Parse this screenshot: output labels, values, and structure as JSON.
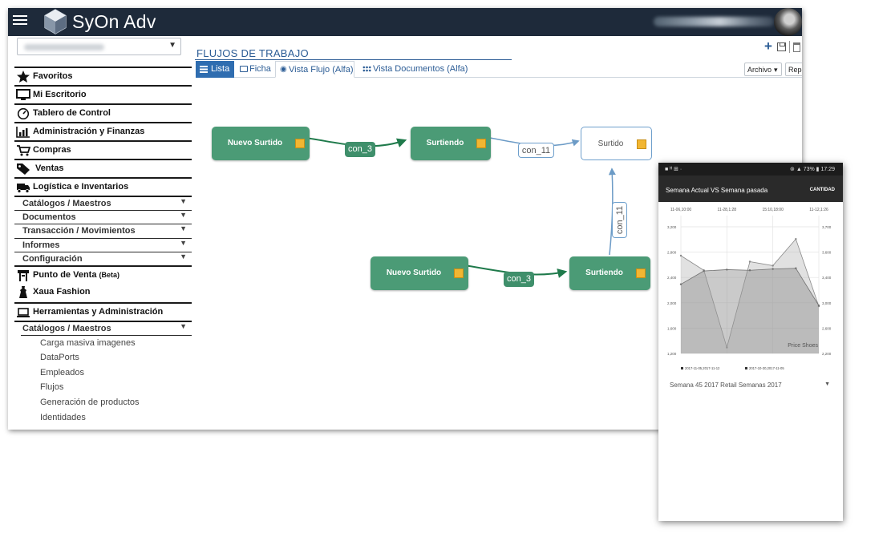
{
  "app": {
    "title": "SyOn Adv"
  },
  "sidebar": {
    "menu": [
      {
        "label": "Favoritos",
        "icon": "star-icon"
      },
      {
        "label": "Mi Escritorio",
        "icon": "monitor-icon"
      },
      {
        "label": "Tablero de Control",
        "icon": "dashboard-icon"
      },
      {
        "label": "Administración y Finanzas",
        "icon": "chart-bars-icon"
      },
      {
        "label": "Compras",
        "icon": "cart-icon"
      },
      {
        "label": "Ventas",
        "icon": "tag-icon"
      },
      {
        "label": "Logística e Inventarios",
        "icon": "truck-icon"
      }
    ],
    "submenu1": [
      {
        "label": "Catálogos / Maestros"
      },
      {
        "label": "Documentos"
      },
      {
        "label": "Transacción / Movimientos"
      },
      {
        "label": "Informes"
      },
      {
        "label": "Configuración"
      }
    ],
    "pos": {
      "label": "Punto de Venta",
      "beta": "(Beta)"
    },
    "xaua": {
      "label": "Xaua Fashion"
    },
    "herramientas": {
      "label": "Herramientas y Administración"
    },
    "catalogos": {
      "label": "Catálogos / Maestros"
    },
    "leaves": [
      "Carga masiva imagenes",
      "DataPorts",
      "Empleados",
      "Flujos",
      "Generación de productos",
      "Identidades"
    ]
  },
  "content": {
    "title": "FLUJOS DE TRABAJO",
    "tabs": [
      "Lista",
      "Ficha",
      "Vista Flujo (Alfa)",
      "Vista Documentos (Alfa)"
    ],
    "archivo": "Archivo",
    "repo": "Repo"
  },
  "flow": {
    "nodes": [
      {
        "label": "Nuevo Surtido"
      },
      {
        "label": "Surtiendo"
      },
      {
        "label": "Surtido"
      },
      {
        "label": "Nuevo Surtido"
      },
      {
        "label": "Surtiendo"
      }
    ],
    "connectors": [
      "con_3",
      "con_11",
      "con_11",
      "con_3"
    ],
    "colors": {
      "node": "#4b9b76",
      "marker": "#f2b632",
      "green_edge": "#1f7a4b",
      "blue_edge": "#6c9bc6"
    }
  },
  "phone": {
    "status_left": "■ ᴴ ⊞ ·",
    "status_right": "⊚ ▲ 73% ▮ 17:29",
    "header": "Semana Actual VS Semana pasada",
    "header_button": "CANTIDAD",
    "footer": "Semana 45 2017 Retail Semanas 2017",
    "chart_data": {
      "type": "area",
      "x": [
        "11-06,10:00",
        "11-28,1:28",
        "15:10,18:00",
        "11-12,1:26"
      ],
      "series": [
        {
          "values": [
            2670,
            2450,
            1290,
            2580,
            2520,
            2920,
            1910
          ]
        },
        {
          "values": [
            2240,
            2440,
            2460,
            2450,
            2470,
            2480,
            1920
          ]
        }
      ],
      "y_left_ticks": [
        "3,200",
        "2,800",
        "2,400",
        "2,000",
        "1,600",
        "1,200"
      ],
      "y_right_ticks": [
        "3,700",
        "3,600",
        "3,400",
        "3,000",
        "2,600",
        "2,200"
      ],
      "ylim": [
        1200,
        3200
      ],
      "legend": [
        "2017-11-05,2017-11-12",
        "2017-10-30,2017-11-05"
      ],
      "annotation": "Price Shoes",
      "grid": true
    }
  }
}
